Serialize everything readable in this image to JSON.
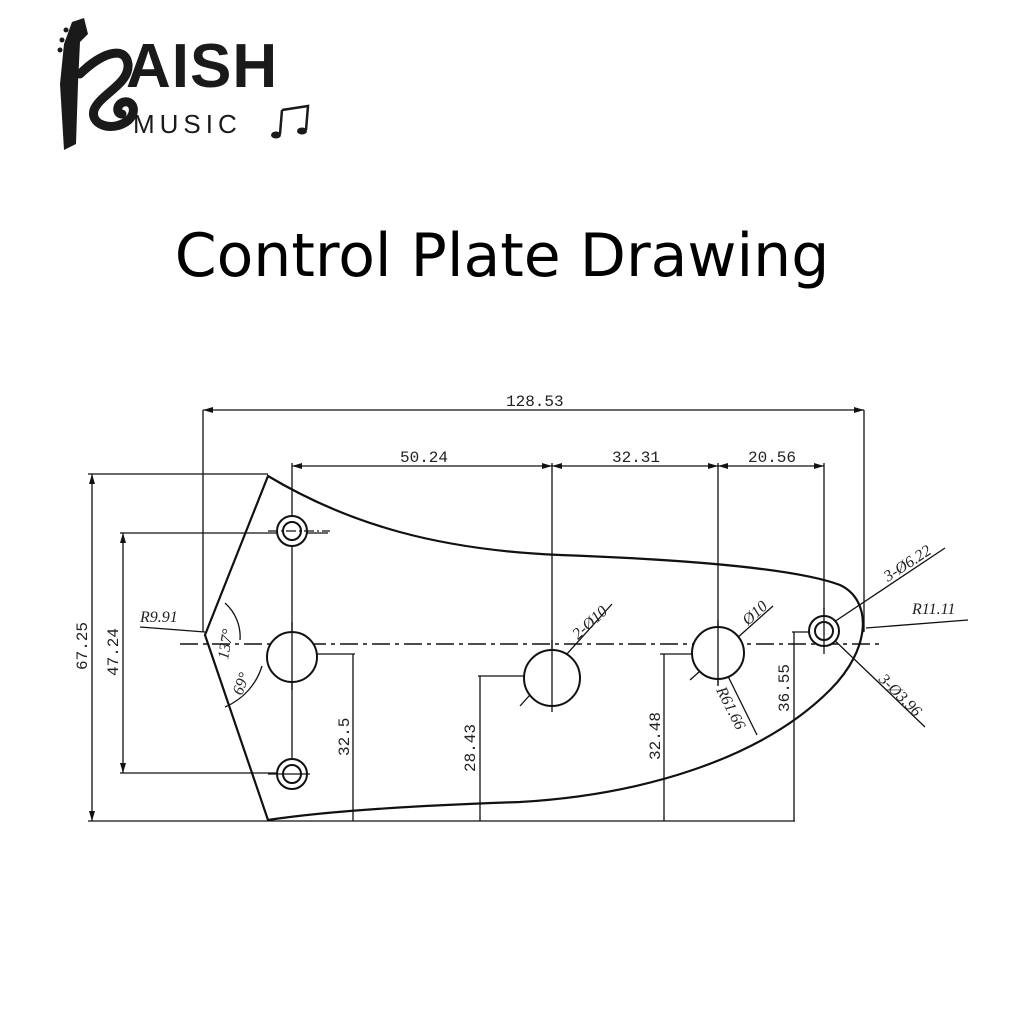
{
  "brand": {
    "name": "AISH",
    "subtitle": "MUSIC"
  },
  "title": "Control Plate Drawing",
  "dimensions": {
    "overall_length": "128.53",
    "d1": "50.24",
    "d2": "32.31",
    "d3": "20.56",
    "height": "67.25",
    "hole_spacing": "47.24",
    "r_left": "R9.91",
    "angle_top": "137°",
    "angle_bottom": "69°",
    "h1": "32.5",
    "h2": "28.43",
    "h3": "32.48",
    "h4": "36.55",
    "hole_a": "2-Ø10",
    "hole_b": "Ø10",
    "r_curve": "R61.66",
    "screw_outer": "3-Ø6.22",
    "screw_inner": "3-Ø3.96",
    "r_right": "R11.11"
  }
}
